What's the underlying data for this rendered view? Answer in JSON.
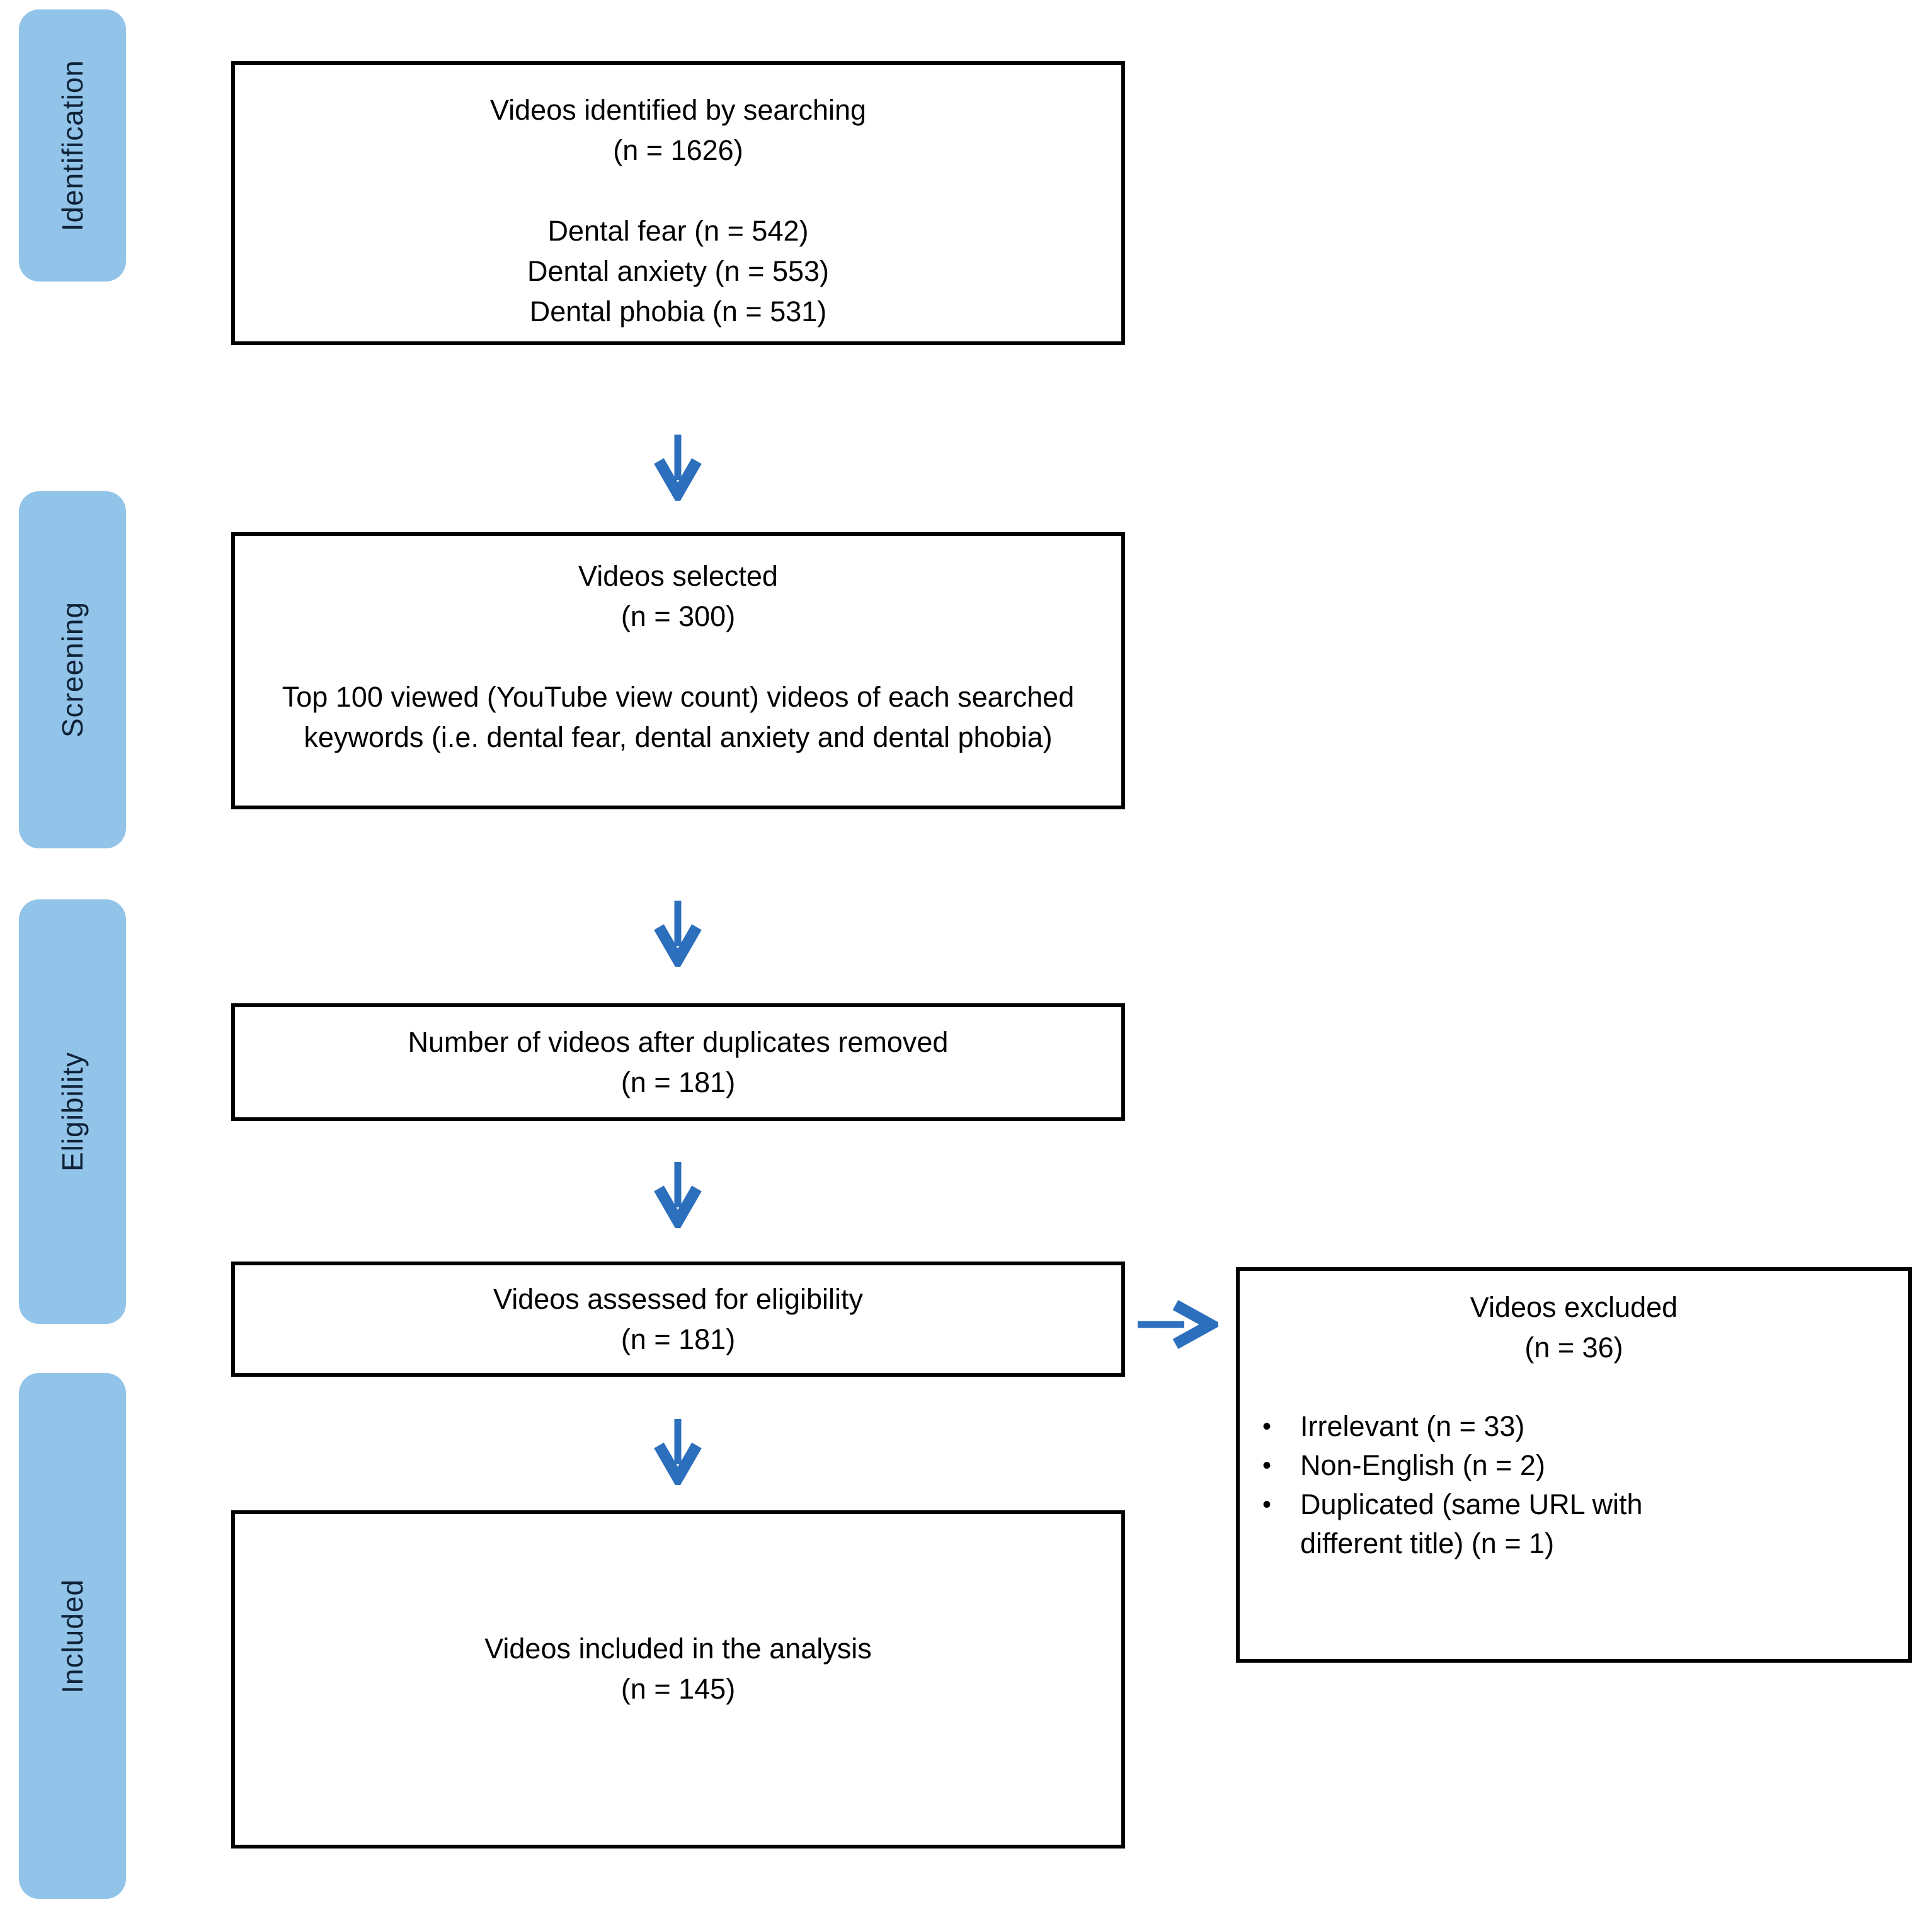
{
  "stage_labels": [
    "Identification",
    "Screening",
    "Eligibility",
    "Included"
  ],
  "boxes": {
    "identified": {
      "line1": "Videos identified by searching",
      "line2": "(n = 1626)",
      "detail1": "Dental fear (n = 542)",
      "detail2": "Dental anxiety (n = 553)",
      "detail3": "Dental phobia (n = 531)"
    },
    "selected": {
      "line1": "Videos selected",
      "line2": "(n = 300)",
      "detail": "Top 100 viewed (YouTube view count) videos of each searched keywords (i.e. dental fear, dental anxiety and dental phobia)"
    },
    "duplicates_removed": {
      "line1": "Number of videos after duplicates removed",
      "line2": "(n = 181)"
    },
    "assessed": {
      "line1": "Videos assessed for eligibility",
      "line2": "(n = 181)"
    },
    "included": {
      "line1": "Videos included in the analysis",
      "line2": "(n = 145)"
    },
    "excluded": {
      "line1": "Videos excluded",
      "line2": "(n = 36)",
      "reasons": [
        "Irrelevant (n = 33)",
        "Non-English (n = 2)",
        "Duplicated (same URL with different title) (n = 1)"
      ]
    }
  },
  "icons": {
    "bullet": "•"
  },
  "colors": {
    "stage_fill": "#92c4e9",
    "stage_text": "#0f2238",
    "arrow_blue": "#2c6fbd",
    "box_border": "#000000",
    "background": "#ffffff"
  }
}
